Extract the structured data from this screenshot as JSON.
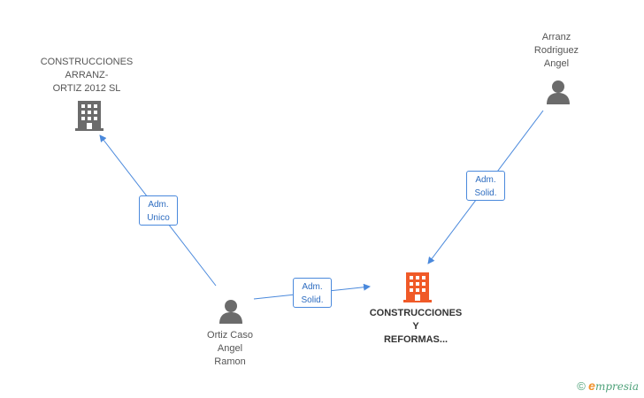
{
  "nodes": {
    "company_arranz_ortiz": {
      "label": "CONSTRUCCIONES\nARRANZ-\nORTIZ 2012 SL",
      "icon": "building-icon",
      "color": "#6b6b6b"
    },
    "person_arranz_rodriguez": {
      "label": "Arranz\nRodriguez\nAngel",
      "icon": "person-icon",
      "color": "#6b6b6b"
    },
    "person_ortiz_caso": {
      "label": "Ortiz Caso\nAngel\nRamon",
      "icon": "person-icon",
      "color": "#6b6b6b"
    },
    "company_main": {
      "label": "CONSTRUCCIONES\nY\nREFORMAS...",
      "icon": "building-icon",
      "color": "#f05a28"
    }
  },
  "edges": [
    {
      "from": "person_ortiz_caso",
      "to": "company_arranz_ortiz",
      "line1": "Adm.",
      "line2": "Unico"
    },
    {
      "from": "person_arranz_rodriguez",
      "to": "company_main",
      "line1": "Adm.",
      "line2": "Solid."
    },
    {
      "from": "person_ortiz_caso",
      "to": "company_main",
      "line1": "Adm.",
      "line2": "Solid."
    }
  ],
  "colors": {
    "edge": "#4a89dc"
  },
  "brand": {
    "copyright": "©",
    "e": "e",
    "rest": "mpresia"
  }
}
